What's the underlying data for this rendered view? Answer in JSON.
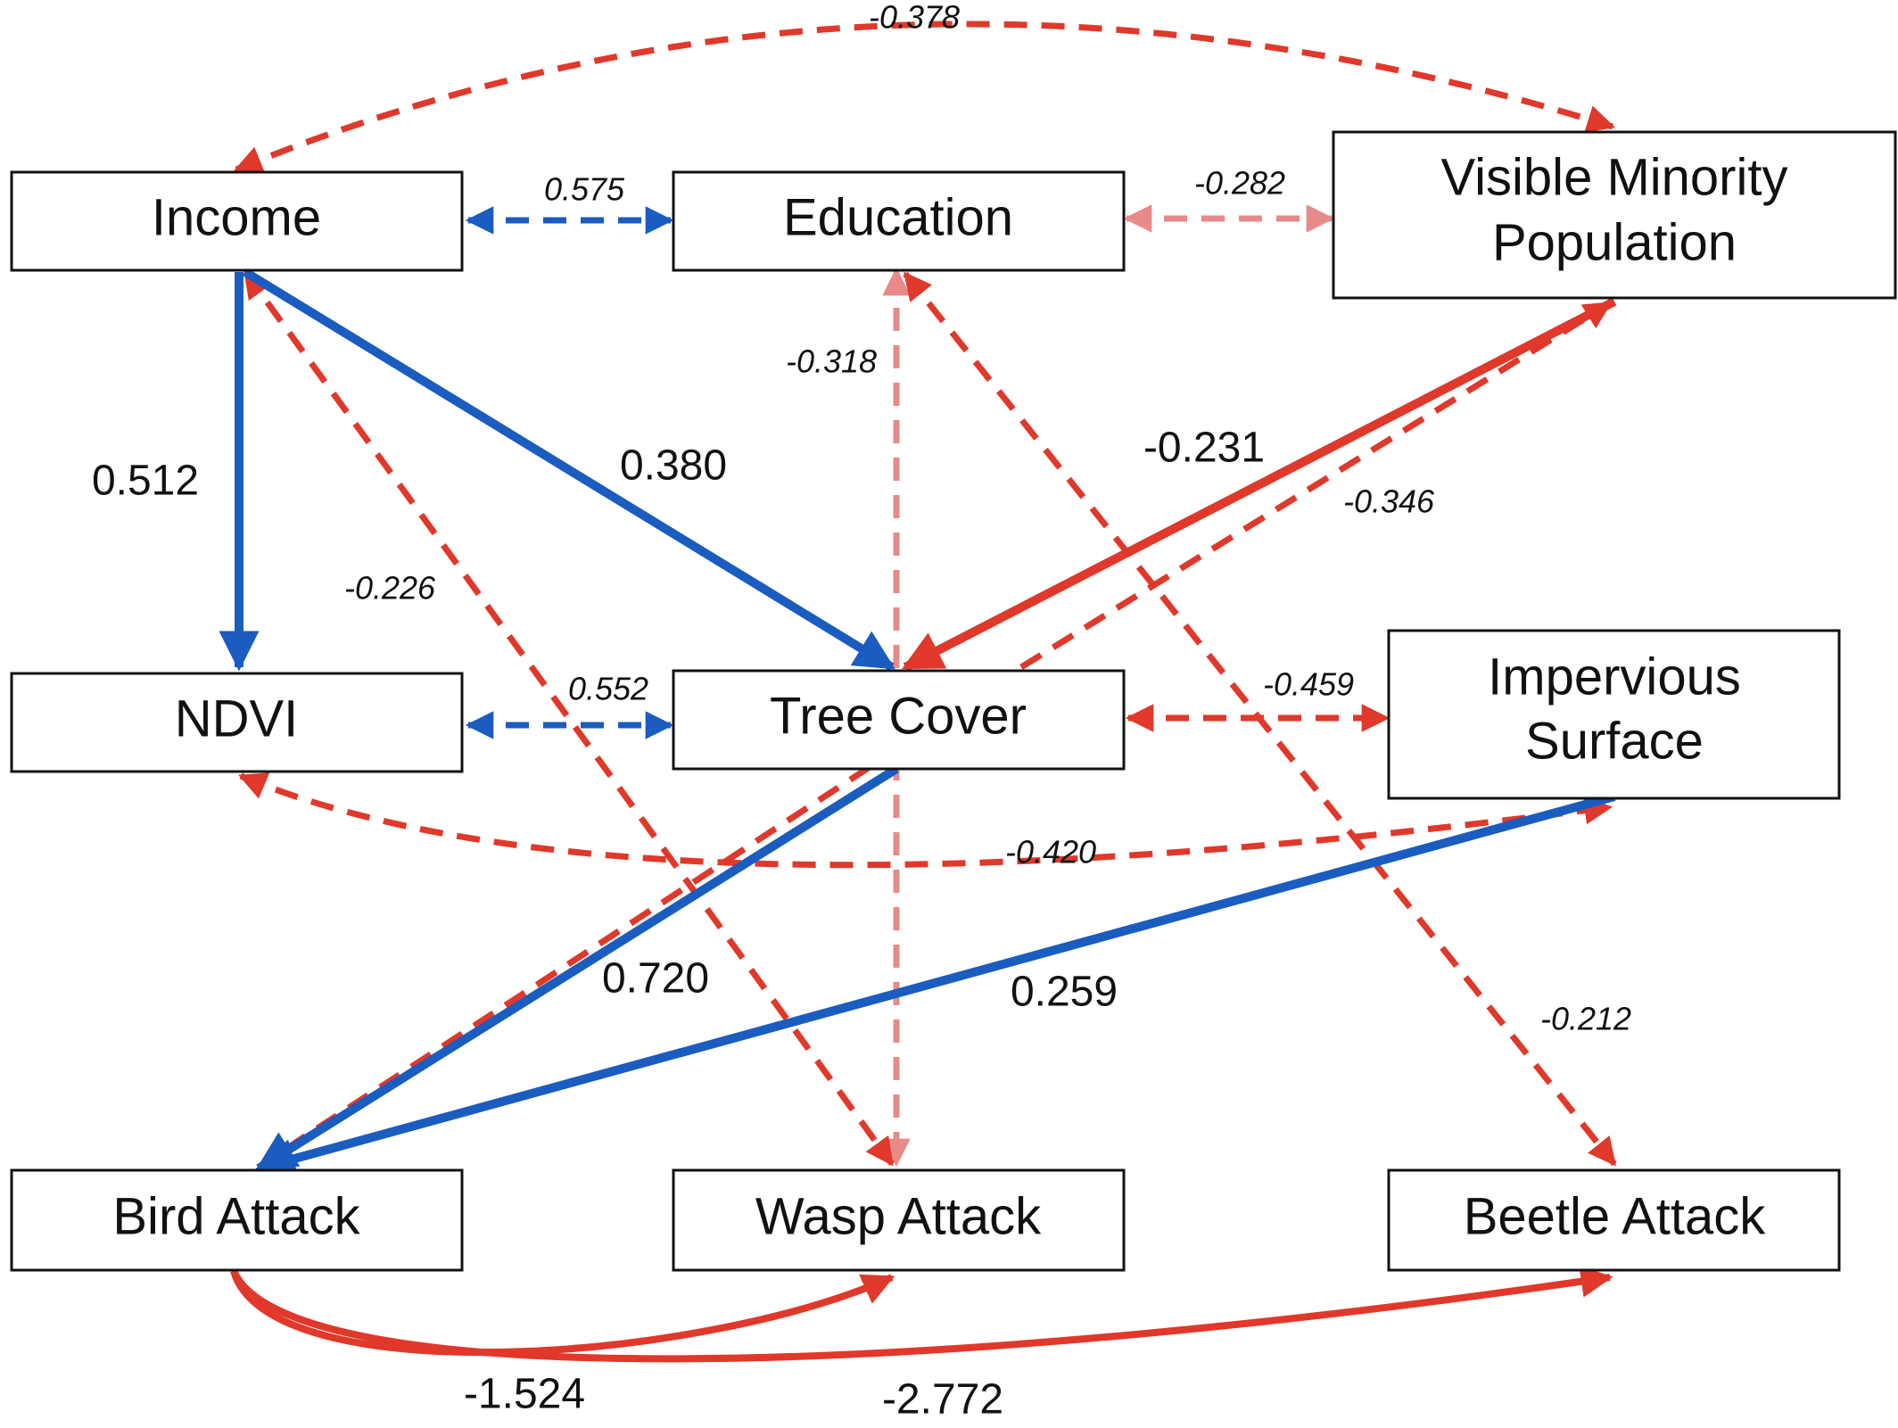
{
  "colors": {
    "positive": "#1a5cbf",
    "negative": "#e0382a",
    "negative_light": "#e88a8a"
  },
  "nodes": {
    "income": "Income",
    "education": "Education",
    "visible_minority_line1": "Visible Minority",
    "visible_minority_line2": "Population",
    "ndvi": "NDVI",
    "tree_cover": "Tree Cover",
    "impervious_line1": "Impervious",
    "impervious_line2": "Surface",
    "bird_attack": "Bird Attack",
    "wasp_attack": "Wasp Attack",
    "beetle_attack": "Beetle Attack"
  },
  "paths": {
    "income_ndvi": "0.512",
    "income_tree": "0.380",
    "visible_tree": "-0.231",
    "tree_bird": "0.720",
    "impervious_bird": "0.259",
    "bird_wasp": "-1.524",
    "bird_beetle": "-2.772"
  },
  "correlations": {
    "income_visible": "-0.378",
    "income_education": "0.575",
    "education_visible": "-0.282",
    "education_tree": "-0.318",
    "tree_visible": "-0.346",
    "income_wasp": "-0.226",
    "ndvi_tree": "0.552",
    "tree_impervious": "-0.459",
    "ndvi_impervious": "-0.420",
    "education_beetle": "-0.212"
  }
}
